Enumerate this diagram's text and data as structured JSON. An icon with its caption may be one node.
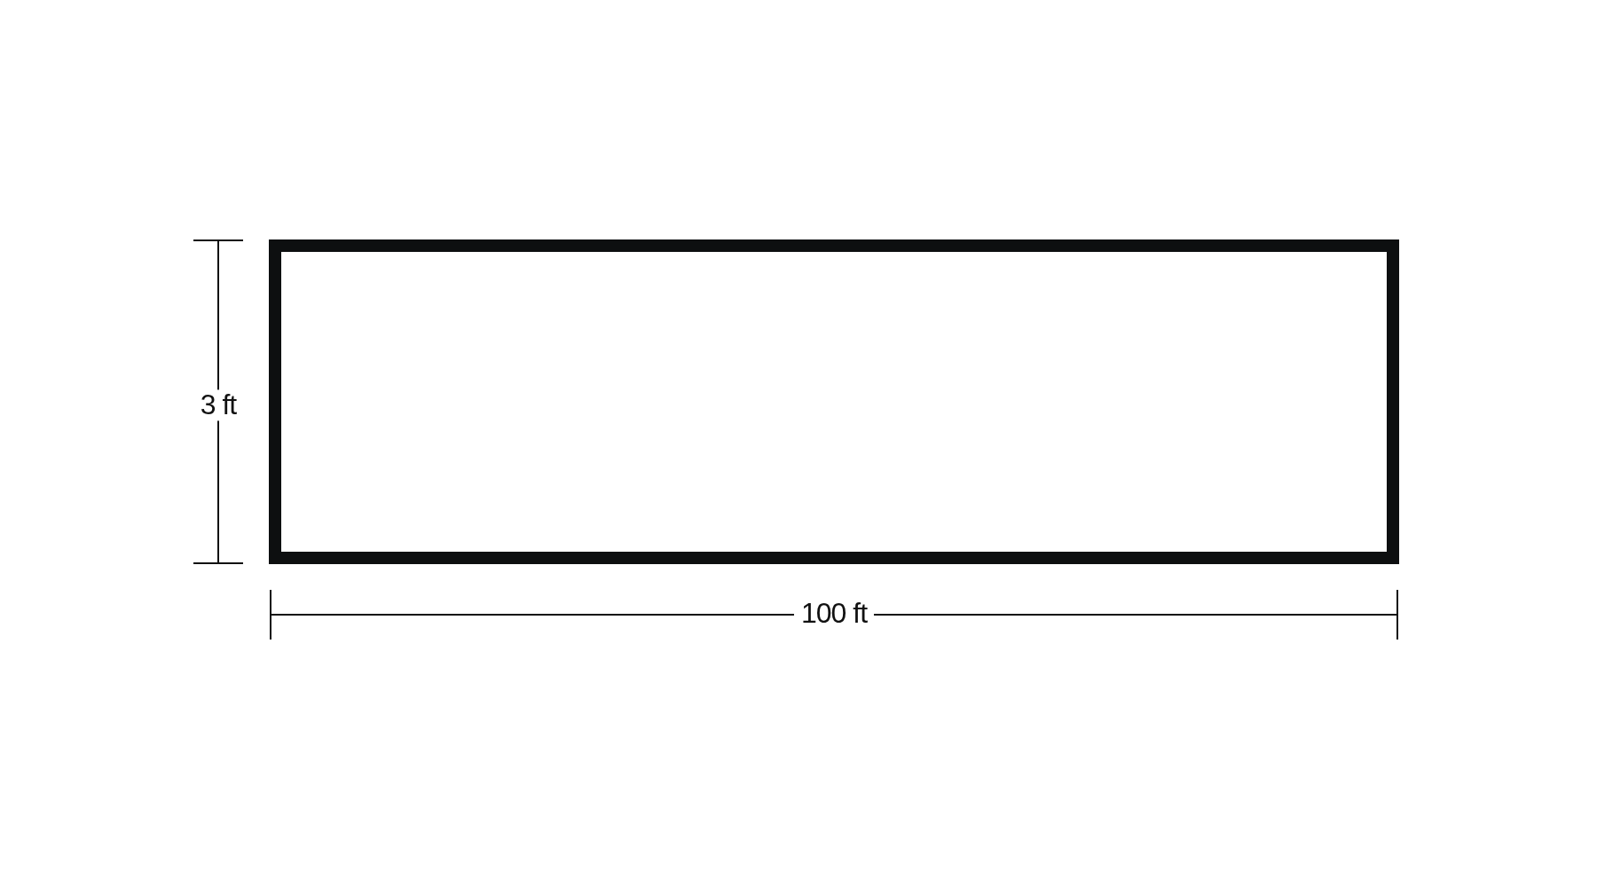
{
  "diagram": {
    "nodes": [
      {
        "text": [],
        "shape": "box"
      }
    ],
    "labels": [
      "3 ft",
      "100 ft"
    ]
  }
}
